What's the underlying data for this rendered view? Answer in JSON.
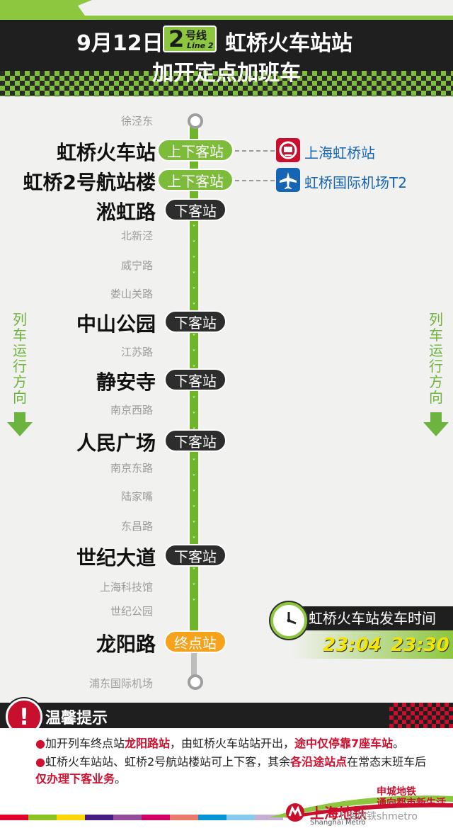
{
  "header": {
    "date": "9月12日",
    "line_number": "2",
    "line_cn": "号线",
    "line_en": "Line 2",
    "station_title": "虹桥火车站站",
    "subtitle": "加开定点加班车"
  },
  "stations": {
    "xujingdong": "徐泾东",
    "hongqiao_rail": "虹桥火车站",
    "hongqiao_t2": "虹桥2号航站楼",
    "songhong": "淞虹路",
    "beixinjing": "北新泾",
    "weining": "威宁路",
    "loushanguan": "娄山关路",
    "zhongshan_park": "中山公园",
    "jiangsu_rd": "江苏路",
    "jingan_temple": "静安寺",
    "nanjing_w": "南京西路",
    "peoples_square": "人民广场",
    "nanjing_e": "南京东路",
    "lujiazui": "陆家嘴",
    "dongchang": "东昌路",
    "century_ave": "世纪大道",
    "sstm": "上海科技馆",
    "century_park": "世纪公园",
    "longyang": "龙阳路",
    "pudong_airport": "浦东国际机场"
  },
  "service": {
    "board_alight": "上下客站",
    "alight_only": "下客站",
    "terminal": "终点站"
  },
  "transfers": {
    "rail_label": "上海虹桥站",
    "airport_label": "虹桥国际机场T2"
  },
  "direction": [
    "列",
    "车",
    "运",
    "行",
    "方",
    "向"
  ],
  "departure": {
    "title": "虹桥火车站发车时间",
    "times": [
      "23:04",
      "23:30"
    ]
  },
  "notice": {
    "title": "温馨提示",
    "line1_a": "加开列车终点站",
    "line1_b": "龙阳路站",
    "line1_c": "，由虹桥火车站站开出，",
    "line1_d": "途中仅停靠7座车站",
    "line1_e": "。",
    "line2_a": "虹桥火车站站、虹桥2号航站楼站可上下客，其余",
    "line2_b": "各沿途站点",
    "line2_c": "在常态末班车后",
    "line2_d": "仅办理下客业务",
    "line2_e": "。"
  },
  "footer": {
    "logo": "上海地铁",
    "logo_en": "Shanghai Metro",
    "watermark": "上海地铁shmetro",
    "brand2_a": "申城地铁",
    "brand2_b": "通向都市新生活"
  },
  "colors": {
    "line2_green": "#8dc63f",
    "dark": "#1f1f1f",
    "terminal_orange": "#f7a21b",
    "notice_red": "#d0102e",
    "transfer_blue": "#1565b4"
  }
}
